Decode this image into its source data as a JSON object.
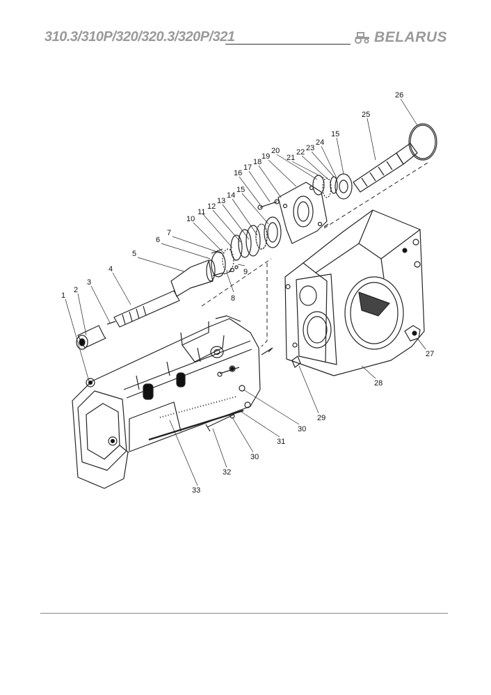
{
  "header": {
    "title": "310.3/310P/320/320.3/320P/321",
    "brand": "BELARUS",
    "brand_icon": "tractor-icon",
    "text_color": "#9a9a9a"
  },
  "diagram": {
    "type": "exploded-parts-view",
    "callouts": [
      {
        "id": "c1",
        "text": "1"
      },
      {
        "id": "c2",
        "text": "2"
      },
      {
        "id": "c3",
        "text": "3"
      },
      {
        "id": "c4",
        "text": "4"
      },
      {
        "id": "c5",
        "text": "5"
      },
      {
        "id": "c6",
        "text": "6"
      },
      {
        "id": "c7",
        "text": "7"
      },
      {
        "id": "c8",
        "text": "8"
      },
      {
        "id": "c9",
        "text": "9"
      },
      {
        "id": "c10",
        "text": "10"
      },
      {
        "id": "c11",
        "text": "11"
      },
      {
        "id": "c12",
        "text": "12"
      },
      {
        "id": "c13",
        "text": "13"
      },
      {
        "id": "c14",
        "text": "14"
      },
      {
        "id": "c15a",
        "text": "15"
      },
      {
        "id": "c16",
        "text": "16"
      },
      {
        "id": "c17",
        "text": "17"
      },
      {
        "id": "c18",
        "text": "18"
      },
      {
        "id": "c19",
        "text": "19"
      },
      {
        "id": "c20",
        "text": "20"
      },
      {
        "id": "c21",
        "text": "21"
      },
      {
        "id": "c22",
        "text": "22"
      },
      {
        "id": "c23",
        "text": "23"
      },
      {
        "id": "c24",
        "text": "24"
      },
      {
        "id": "c15b",
        "text": "15"
      },
      {
        "id": "c25",
        "text": "25"
      },
      {
        "id": "c26",
        "text": "26"
      },
      {
        "id": "c27",
        "text": "27"
      },
      {
        "id": "c28",
        "text": "28"
      },
      {
        "id": "c29",
        "text": "29"
      },
      {
        "id": "c30a",
        "text": "30"
      },
      {
        "id": "c31",
        "text": "31"
      },
      {
        "id": "c30b",
        "text": "30"
      },
      {
        "id": "c32",
        "text": "32"
      },
      {
        "id": "c33",
        "text": "33"
      }
    ]
  }
}
